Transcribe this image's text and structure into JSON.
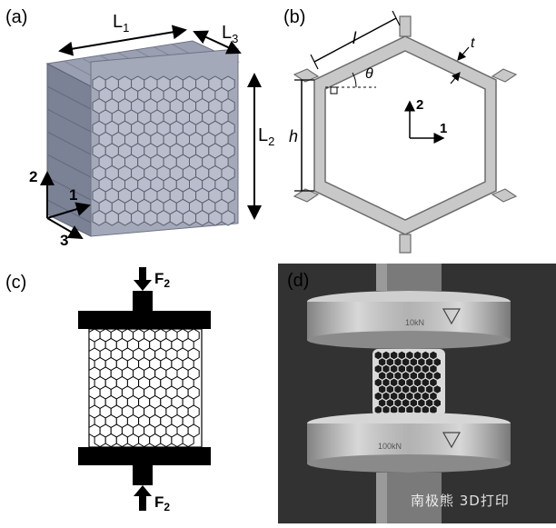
{
  "panel_a": {
    "label": "(a)",
    "dims": {
      "L1": "L",
      "L1_sub": "1",
      "L2": "L",
      "L2_sub": "2",
      "L3": "L",
      "L3_sub": "3"
    },
    "axes": {
      "one": "1",
      "two": "2",
      "three": "3"
    },
    "colors": {
      "block_top": "#9aa0b2",
      "block_side": "#7c8296",
      "cell_face": "#b9bdcc",
      "cell_edge": "#5b6070"
    }
  },
  "panel_b": {
    "label": "(b)",
    "symbols": {
      "l": "l",
      "t": "t",
      "theta": "θ",
      "h": "h"
    },
    "axes": {
      "one": "1",
      "two": "2"
    },
    "colors": {
      "wall_fill": "#c8c8c8",
      "wall_edge": "#6b6b6b"
    }
  },
  "panel_c": {
    "label": "(c)",
    "force_top": "F",
    "force_top_sub": "2",
    "force_bottom": "F",
    "force_bottom_sub": "2"
  },
  "panel_d": {
    "label": "(d)",
    "photo_text_top": "10kN",
    "photo_text_bottom": "100kN",
    "colors": {
      "background": "#2b2b2b",
      "metal_light": "#e6e6e6",
      "metal_dark": "#5a5a5a"
    }
  },
  "watermark": "南极熊 3D打印"
}
